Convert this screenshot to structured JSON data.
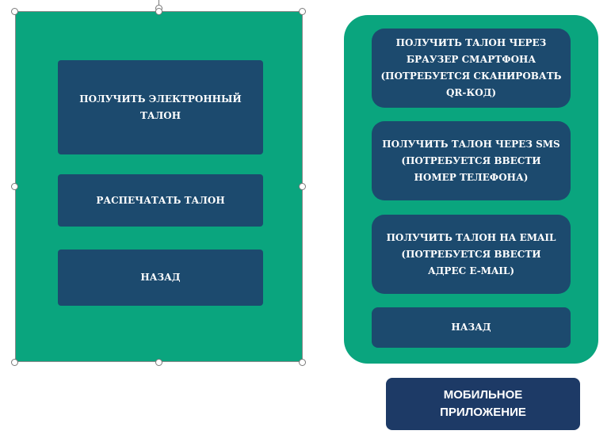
{
  "left_menu": {
    "get_e_ticket": "ПОЛУЧИТЬ ЭЛЕКТРОННЫЙ ТАЛОН",
    "print_ticket": "РАСПЕЧАТАТЬ ТАЛОН",
    "back": "НАЗАД"
  },
  "right_menu": {
    "via_browser": "ПОЛУЧИТЬ ТАЛОН ЧЕРЕЗ\nБРАУЗЕР СМАРТФОНА\n(ПОТРЕБУЕТСЯ СКАНИРОВАТЬ\nQR-КОД)",
    "via_sms": "ПОЛУЧИТЬ ТАЛОН ЧЕРЕЗ SMS\n(ПОТРЕБУЕТСЯ ВВЕСТИ\nНОМЕР ТЕЛЕФОНА)",
    "via_email": "ПОЛУЧИТЬ ТАЛОН НА EMAIL\n(ПОТРЕБУЕТСЯ ВВЕСТИ\nАДРЕС E-MAIL)",
    "back": "НАЗАД"
  },
  "mobile_label": "МОБИЛЬНОЕ\nПРИЛОЖЕНИЕ",
  "colors": {
    "panel_green": "#0aa57e",
    "button_navy": "#1c4a6e",
    "mobile_navy": "#1d3a66"
  }
}
